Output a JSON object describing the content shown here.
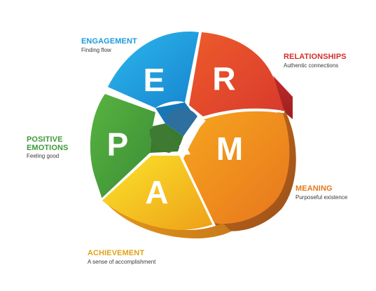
{
  "colors": {
    "engagement": "#1da4e0",
    "relationships": "#e44a2a",
    "positive_emotions": "#4aa33a",
    "meaning": "#f08a1e",
    "achievement": "#f3b41c",
    "engagement_label": "#1b9ad8",
    "relationships_label": "#d62c2c",
    "positive_emotions_label": "#3d9a3a",
    "meaning_label": "#e37a1c",
    "achievement_label": "#e0a319"
  },
  "segments": {
    "engagement": {
      "letter": "E",
      "title": "ENGAGEMENT",
      "subtitle": "Finding flow"
    },
    "relationships": {
      "letter": "R",
      "title": "RELATIONSHIPS",
      "subtitle": "Authentic connections"
    },
    "positive_emotions": {
      "letter": "P",
      "title": "POSITIVE\nEMOTIONS",
      "subtitle": "Feeling good"
    },
    "meaning": {
      "letter": "M",
      "title": "MEANING",
      "subtitle": "Purposeful existence"
    },
    "achievement": {
      "letter": "A",
      "title": "ACHIEVEMENT",
      "subtitle": "A sense of accomplishment"
    }
  }
}
